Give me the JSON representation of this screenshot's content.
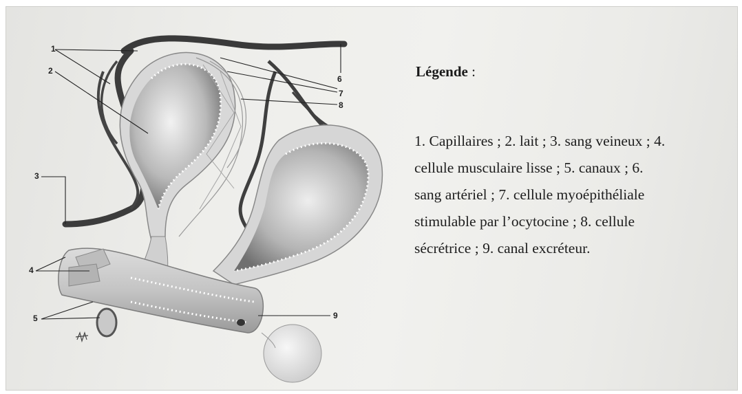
{
  "figure": {
    "labels": [
      "1",
      "2",
      "3",
      "4",
      "5",
      "6",
      "7",
      "8",
      "9"
    ]
  },
  "legend": {
    "title": "Légende",
    "title_colon": " :",
    "lines": [
      "1. Capillaires ; 2. lait ; 3. sang veineux ; 4.",
      "cellule musculaire lisse ; 5. canaux ; 6.",
      "sang artériel ; 7. cellule myoépithéliale",
      "stimulable par l’ocytocine ; 8. cellule",
      "sécrétrice ;  9. canal excréteur."
    ]
  }
}
